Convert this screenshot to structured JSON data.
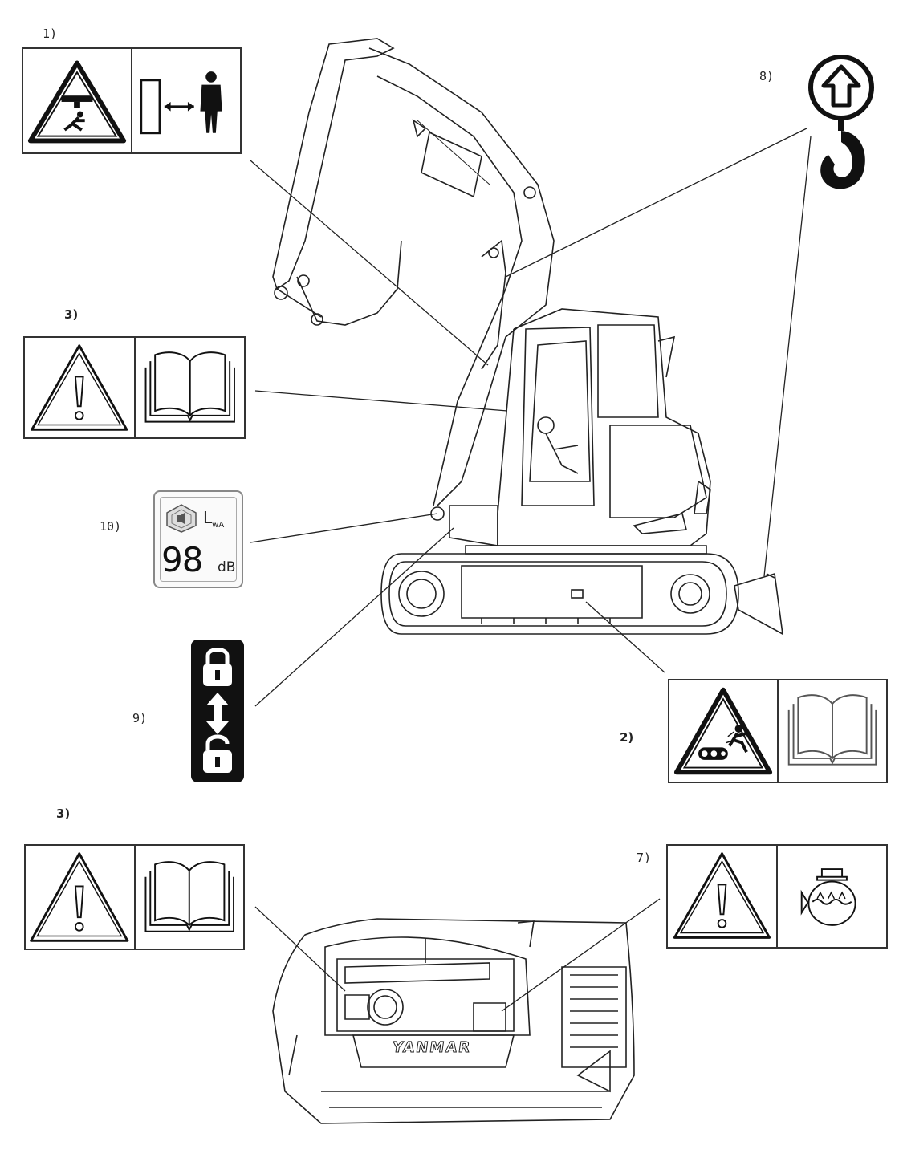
{
  "labels": {
    "l1": "1)",
    "l8": "8)",
    "l3a": "3)",
    "l10": "10)",
    "l9": "9)",
    "l2": "2)",
    "l3b": "3)",
    "l7": "7)"
  },
  "noise_decal": {
    "lwa_label": "LwA",
    "value": "98",
    "unit": "dB"
  },
  "brand": {
    "name": "YANMAR"
  },
  "colors": {
    "line": "#222222",
    "decal_border": "#333333",
    "lock_bg": "#111111"
  },
  "icons": [
    "crush-hazard-icon",
    "keep-distance-icon",
    "warning-exclamation-icon",
    "manual-book-icon",
    "lifting-hook-icon",
    "sound-power-icon",
    "lock-unlock-icon",
    "track-run-over-icon",
    "coolant-pressure-icon"
  ]
}
